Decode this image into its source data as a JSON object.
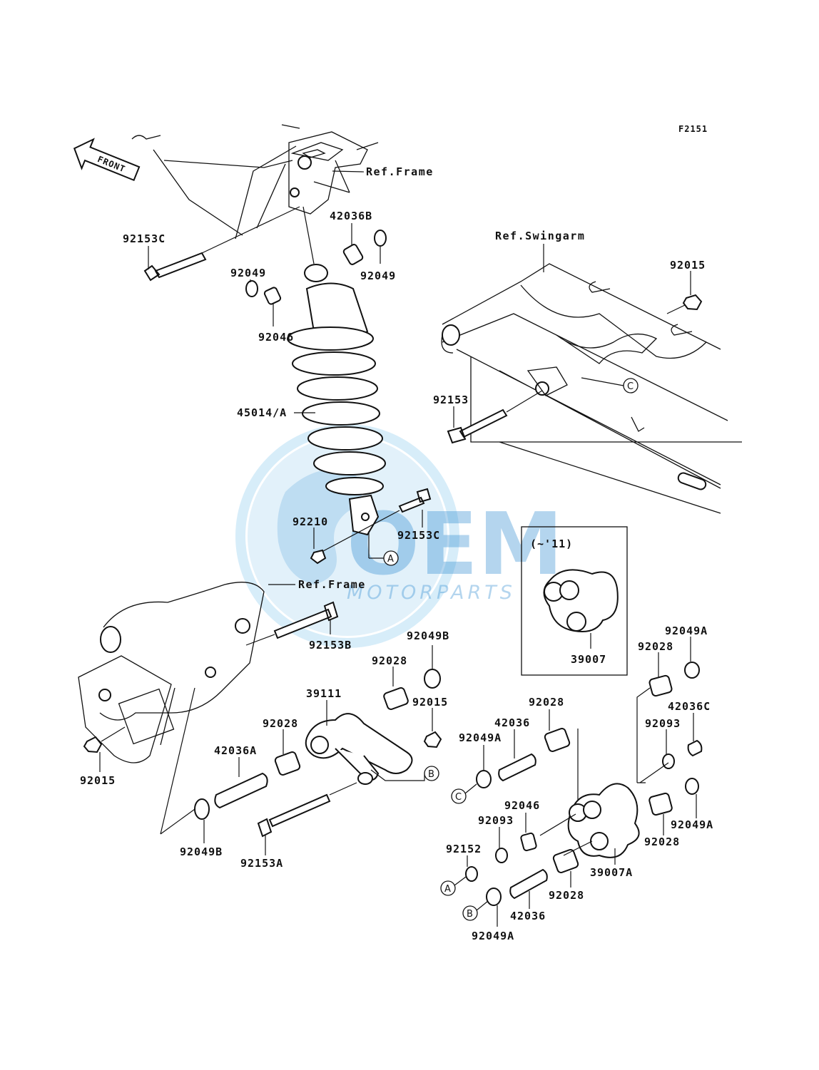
{
  "figure_code": "F2151",
  "front_label": "FRONT",
  "refs": {
    "frame_top": "Ref.Frame",
    "frame_bottom": "Ref.Frame",
    "swingarm": "Ref.Swingarm"
  },
  "variant_box": {
    "title": "(~'11)",
    "part": "39007"
  },
  "callouts": {
    "a_shock": "A",
    "c_swingarm": "C",
    "b_rod": "B",
    "c_washer": "C",
    "a_washer": "A",
    "b_washer": "B"
  },
  "parts": {
    "p92153C_top": "92153C",
    "p42036B": "42036B",
    "p92049_left": "92049",
    "p92049_right": "92049",
    "p92046_top": "92046",
    "p45014A": "45014/A",
    "p92210": "92210",
    "p92153C_mid": "92153C",
    "p92015_swing": "92015",
    "p92153": "92153",
    "p92153B": "92153B",
    "p92049B_top": "92049B",
    "p92028_top": "92028",
    "p39111": "39111",
    "p92015_mid": "92015",
    "p92028_left": "92028",
    "p42036A": "42036A",
    "p92015_left": "92015",
    "p92049B_bottom": "92049B",
    "p92153A": "92153A",
    "p92049A_mid": "92049A",
    "p42036_mid": "42036",
    "p92028_center": "92028",
    "p92028_right_top": "92028",
    "p92049A_right_top": "92049A",
    "p42036C": "42036C",
    "p92093_right": "92093",
    "p92049A_right": "92049A",
    "p92028_right": "92028",
    "p39007A": "39007A",
    "p92046_bottom": "92046",
    "p92093_bottom": "92093",
    "p92152": "92152",
    "p92028_bottom": "92028",
    "p42036_bottom": "42036",
    "p92049A_bottom": "92049A"
  },
  "watermark": {
    "brand": "OEM",
    "sub": "MOTORPARTS"
  }
}
